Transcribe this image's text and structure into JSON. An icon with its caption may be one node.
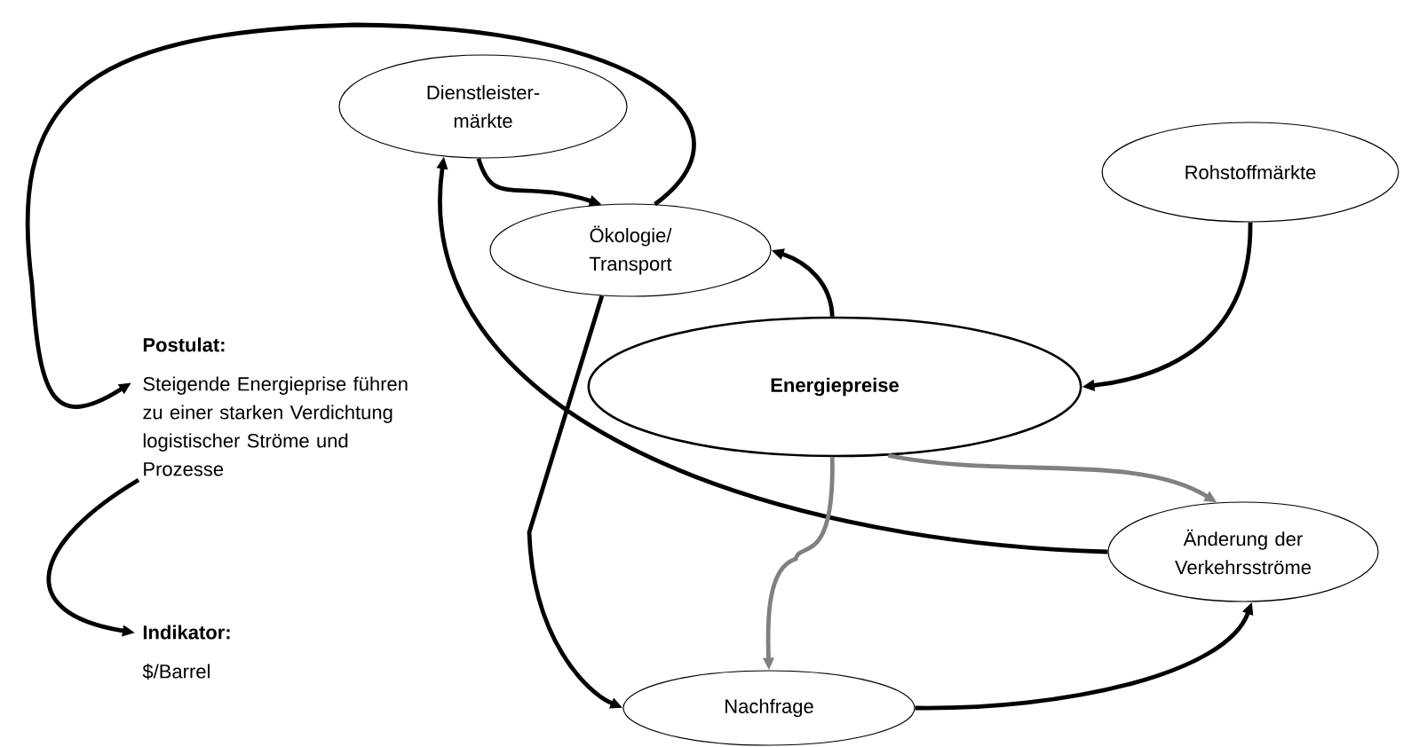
{
  "diagram": {
    "nodes": [
      {
        "text": [
          "Dienstleister- märkte"
        ]
      },
      {
        "text": [
          "Ökologie/ Transport"
        ]
      },
      {
        "text": [
          "Rohstoffmärkte"
        ]
      },
      {
        "text": [
          "Energiepreise"
        ]
      },
      {
        "text": [
          "Postulat:",
          "Steigende Energieprise führen zu einer starken Verdichtung logistischer Ströme und Prozesse"
        ]
      },
      {
        "text": [
          "Indikator:",
          "$/Barrel"
        ]
      },
      {
        "text": [
          "Änderung der Verkehrsströme"
        ]
      },
      {
        "text": [
          "Nachfrage"
        ]
      }
    ],
    "edges": [
      {
        "from": 0,
        "to": 1,
        "arrow": "to"
      },
      {
        "from": 3,
        "to": 1,
        "arrow": "to"
      },
      {
        "from": 2,
        "to": 3,
        "arrow": "to"
      },
      {
        "from": 1,
        "to": 4,
        "arrow": "to"
      },
      {
        "from": 4,
        "to": 5,
        "arrow": "to"
      },
      {
        "from": 6,
        "to": 0,
        "arrow": "to"
      },
      {
        "from": 1,
        "to": 7,
        "arrow": "to"
      },
      {
        "from": 3,
        "to": 7,
        "arrow": "to",
        "color": "#808080"
      },
      {
        "from": 3,
        "to": 6,
        "arrow": "to",
        "color": "#808080"
      },
      {
        "from": 7,
        "to": 6,
        "arrow": "to"
      }
    ]
  }
}
